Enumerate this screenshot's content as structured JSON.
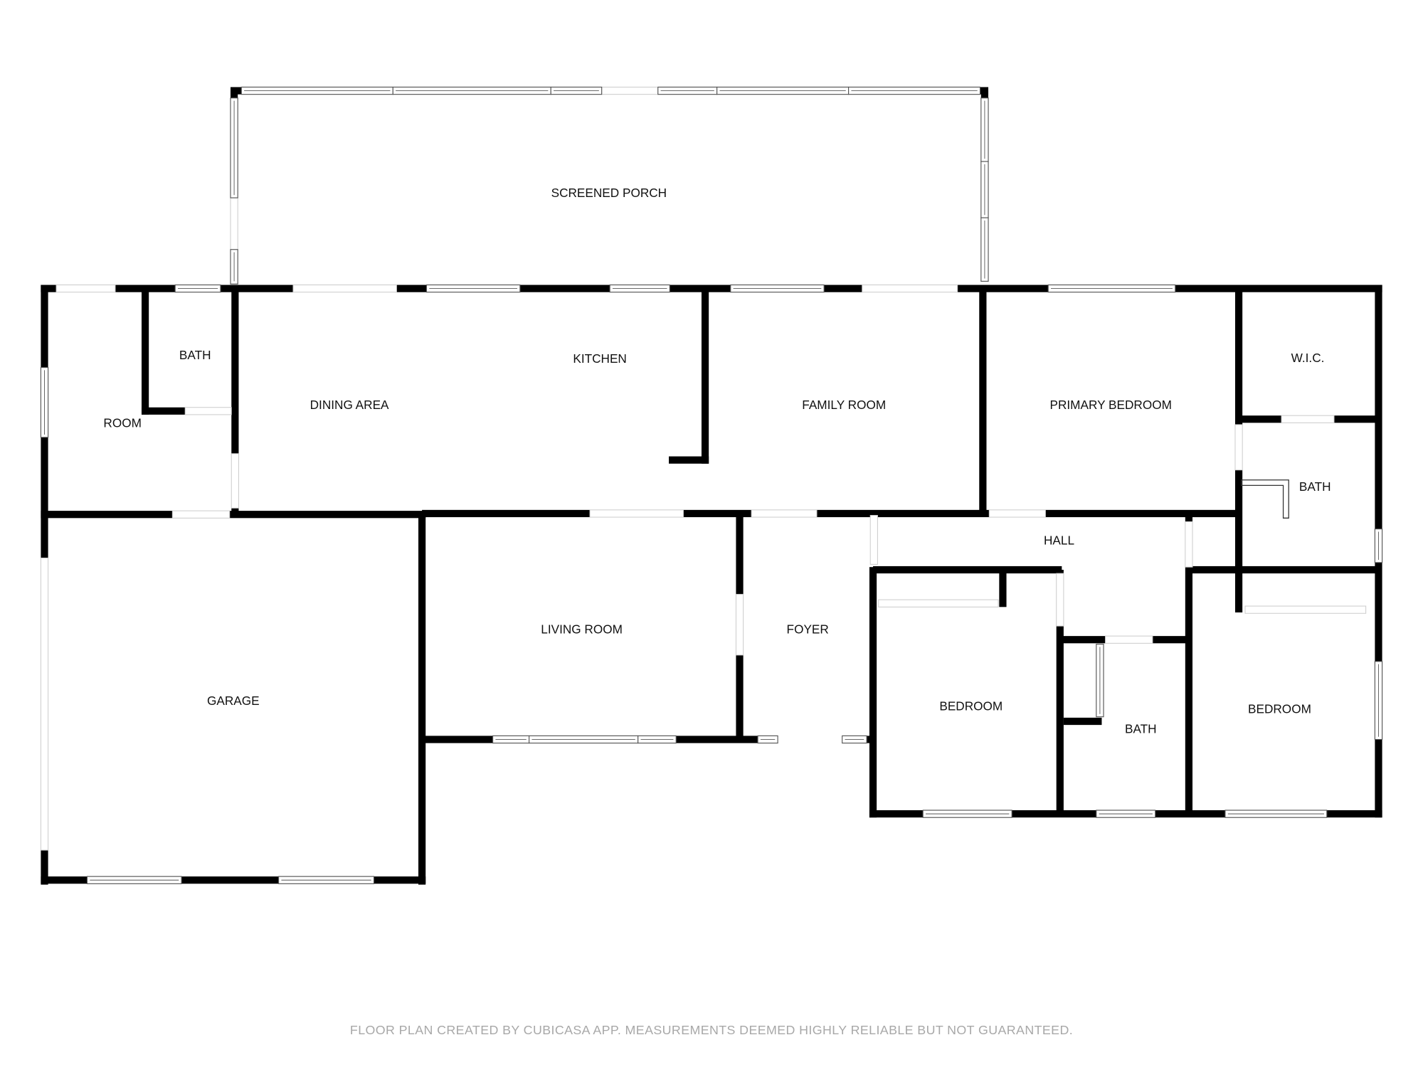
{
  "rooms": {
    "screened_porch": "SCREENED PORCH",
    "room": "ROOM",
    "bath_1": "BATH",
    "dining_area": "DINING AREA",
    "kitchen": "KITCHEN",
    "family_room": "FAMILY ROOM",
    "primary_bedroom": "PRIMARY BEDROOM",
    "wic": "W.I.C.",
    "bath_2": "BATH",
    "hall": "HALL",
    "garage": "GARAGE",
    "living_room": "LIVING ROOM",
    "foyer": "FOYER",
    "bedroom_1": "BEDROOM",
    "bath_3": "BATH",
    "bedroom_2": "BEDROOM"
  },
  "footer": "FLOOR PLAN CREATED BY CUBICASA APP. MEASUREMENTS DEEMED HIGHLY RELIABLE BUT NOT GUARANTEED.",
  "colors": {
    "wall": "#000000",
    "footer_text": "#a8a8a8"
  }
}
